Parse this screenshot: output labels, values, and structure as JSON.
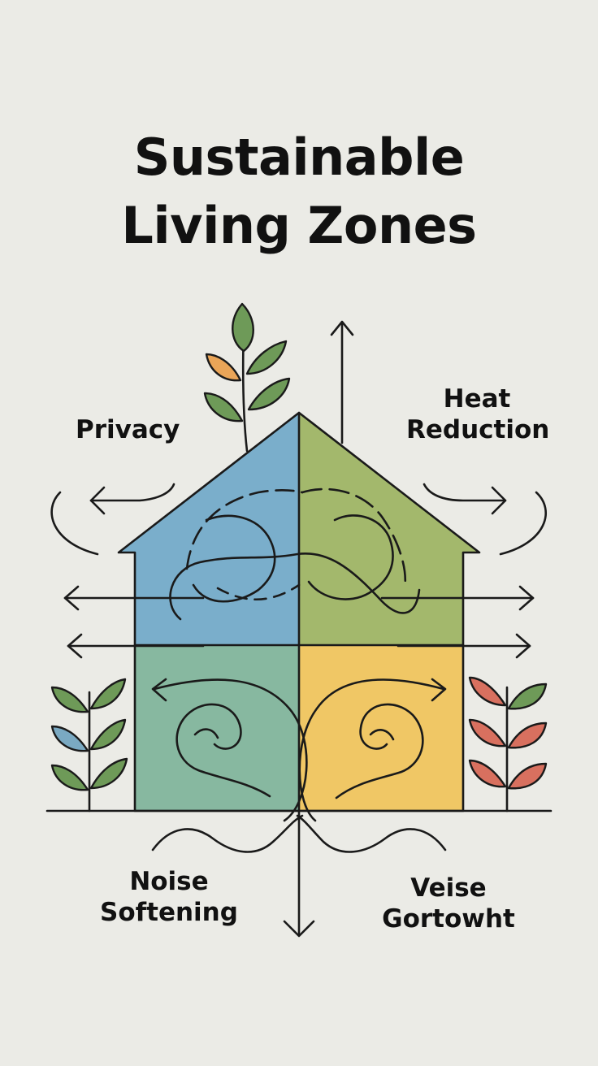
{
  "title": {
    "line1": "Sustainable",
    "line2": "Living Zones"
  },
  "zones": {
    "top_left": {
      "label": "Privacy",
      "color": "#7aaecb"
    },
    "top_right": {
      "label_line1": "Heat",
      "label_line2": "Reduction",
      "color": "#a3b86c"
    },
    "bottom_left": {
      "label_line1": "Noise",
      "label_line2": "Softening",
      "color": "#87b8a0"
    },
    "bottom_right": {
      "label_line1": "Veise",
      "label_line2": "Gortowht",
      "color": "#f0c765"
    }
  },
  "colors": {
    "background": "#ebebe6",
    "stroke": "#1a1a1a",
    "leaf_green": "#6e9a58",
    "leaf_orange": "#eaa558",
    "leaf_blue": "#7aa9c2",
    "leaf_red": "#d8705f"
  },
  "icons": {
    "arrow_up": "arrow-up-icon",
    "arrow_down": "arrow-down-icon",
    "arrow_left": "arrow-left-icon",
    "arrow_right": "arrow-right-icon",
    "plant": "plant-icon"
  }
}
